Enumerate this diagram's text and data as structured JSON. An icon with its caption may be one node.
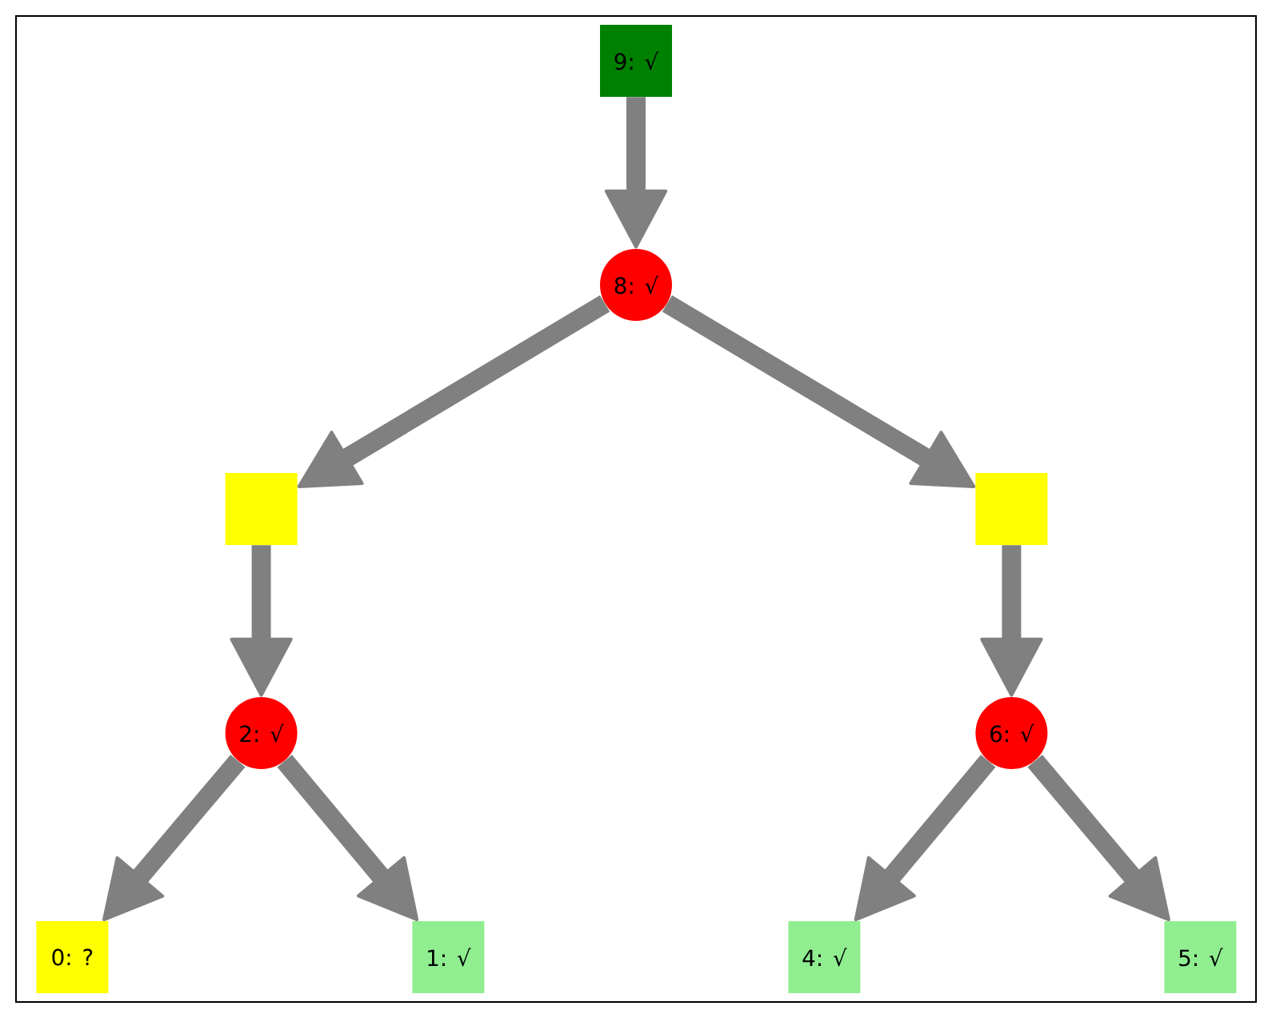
{
  "diagram": {
    "nodes": [
      {
        "text": [
          "9: √"
        ]
      },
      {
        "text": [
          "8: √"
        ]
      },
      {
        "text": [],
        "shape": "box"
      },
      {
        "text": [],
        "shape": "box"
      },
      {
        "text": [
          "2: √"
        ]
      },
      {
        "text": [
          "6: √"
        ]
      },
      {
        "text": [
          "0: ?"
        ]
      },
      {
        "text": [
          "1: √"
        ]
      },
      {
        "text": [
          "4: √"
        ]
      },
      {
        "text": [
          "5: √"
        ]
      }
    ],
    "edges": [
      {
        "from": 0,
        "to": 1,
        "arrow": "to"
      },
      {
        "from": 1,
        "to": 2,
        "arrow": "to"
      },
      {
        "from": 1,
        "to": 3,
        "arrow": "to"
      },
      {
        "from": 2,
        "to": 4,
        "arrow": "to"
      },
      {
        "from": 3,
        "to": 5,
        "arrow": "to"
      },
      {
        "from": 4,
        "to": 6,
        "arrow": "to"
      },
      {
        "from": 4,
        "to": 7,
        "arrow": "to"
      },
      {
        "from": 5,
        "to": 8,
        "arrow": "to"
      },
      {
        "from": 5,
        "to": 9,
        "arrow": "to"
      }
    ]
  }
}
